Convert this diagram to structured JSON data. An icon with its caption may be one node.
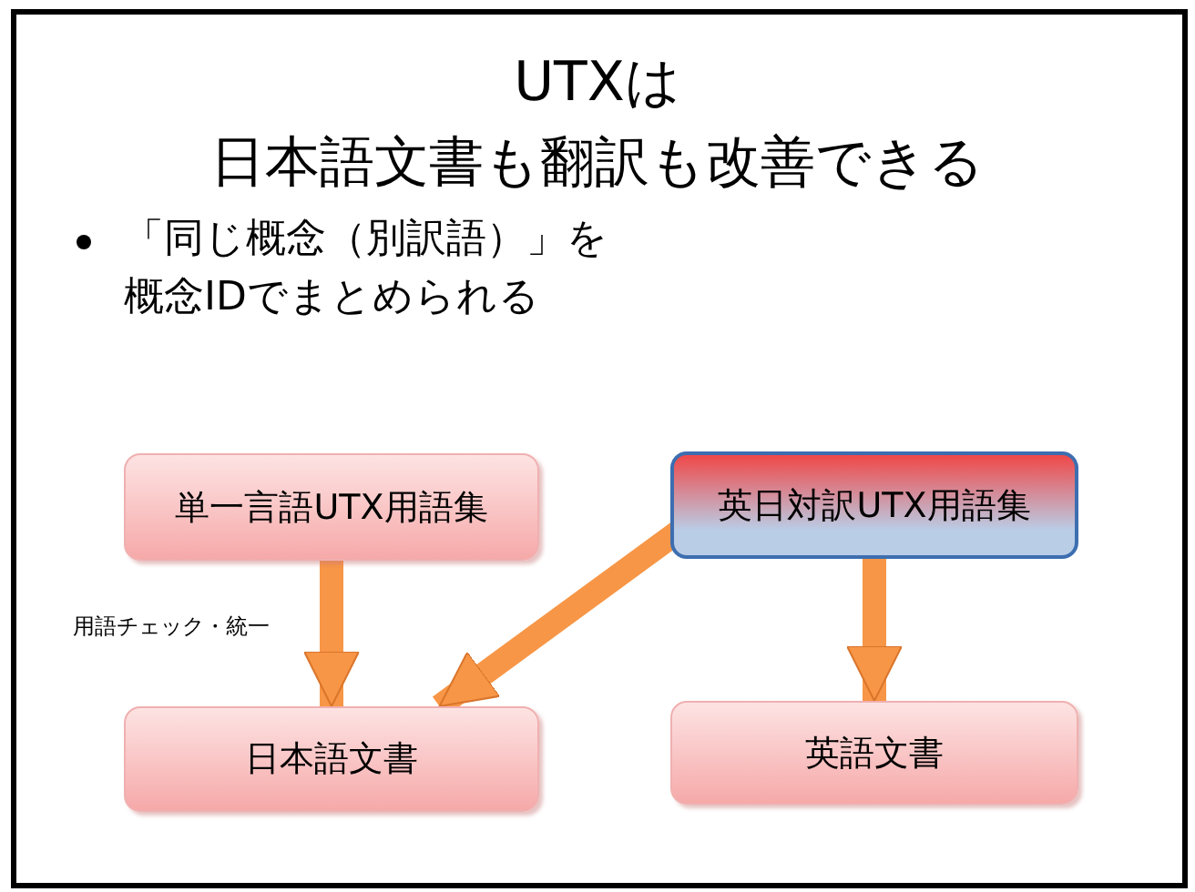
{
  "diagram": {
    "title": "UTXは日本語文書も翻訳も改善できる",
    "nodes": [
      {
        "text": [
          "単一言語UTX用語集"
        ]
      },
      {
        "text": [
          "英日対訳UTX用語集"
        ]
      },
      {
        "text": [
          "日本語文書"
        ]
      },
      {
        "text": [
          "英語文書"
        ]
      }
    ],
    "edges": [
      {
        "from": 0,
        "to": 2,
        "arrow": "to",
        "label": "用語チェック・統一"
      },
      {
        "from": 1,
        "to": 2,
        "arrow": "to"
      },
      {
        "from": 1,
        "to": 3,
        "arrow": "to"
      }
    ],
    "labels": [
      "「同じ概念（別訳語）」を概念IDでまとめられる"
    ]
  }
}
